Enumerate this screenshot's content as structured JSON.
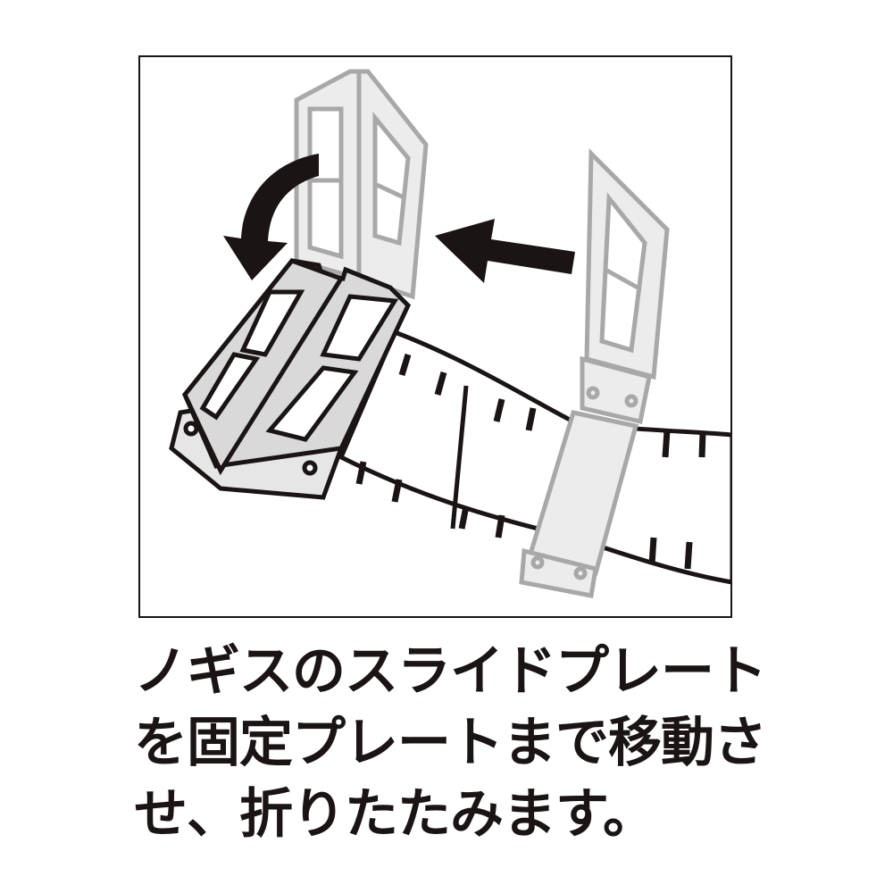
{
  "illustration": {
    "description": "Tape measure with caliper slide plate moved to fixed plate and folded",
    "icons": {
      "curved_arrow": "fold-arrow-icon",
      "straight_arrow": "move-left-arrow-icon"
    },
    "colors": {
      "ink": "#1a1414",
      "ghost": "#a8a8a8",
      "ghost_fill": "#ececec",
      "plate_fill": "#d9d9d9"
    }
  },
  "caption": {
    "lines": [
      "ノギスのスライドプレート",
      "を固定プレートまで移動さ",
      "せ、折りたたみます。"
    ]
  }
}
